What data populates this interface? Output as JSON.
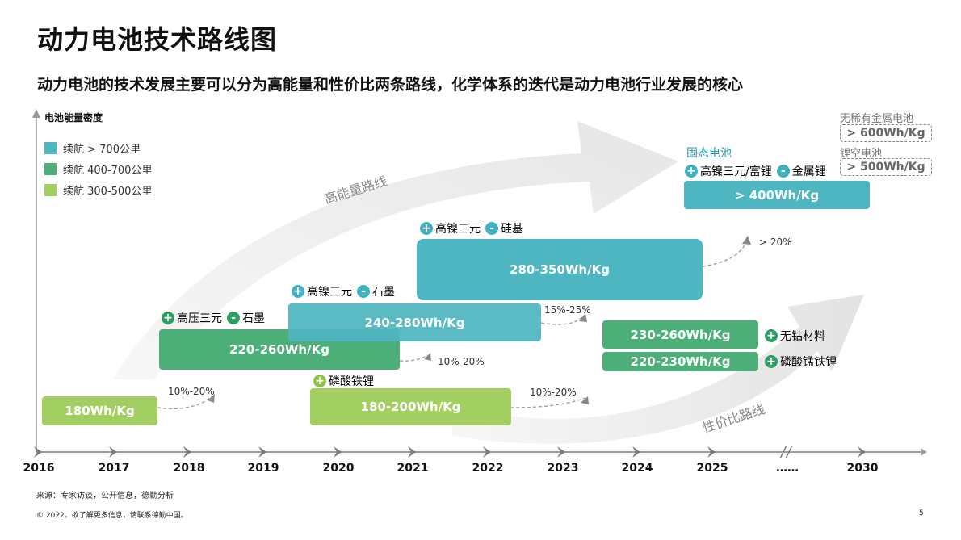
{
  "title": "动力电池技术路线图",
  "subtitle": "动力电池的技术发展主要可以分为高能量和性价比两条路线，化学体系的迭代是动力电池行业发展的核心",
  "y_axis_label": "电池能量密度",
  "legend": [
    {
      "label": "续航 > 700公里",
      "color": "#4db6c1"
    },
    {
      "label": "续航 400-700公里",
      "color": "#4caf77"
    },
    {
      "label": "续航 300-500公里",
      "color": "#a3cf62"
    }
  ],
  "route_labels": {
    "high_energy": "高能量路线",
    "cost_effective": "性价比路线"
  },
  "boxes": [
    {
      "label": "180Wh/Kg",
      "color": "#a3cf62"
    },
    {
      "label": "220-260Wh/Kg",
      "color": "#4caf77"
    },
    {
      "label": "240-280Wh/Kg",
      "color": "#4db6c1"
    },
    {
      "label": "280-350Wh/Kg",
      "color": "#4db6c1"
    },
    {
      "label": "> 400Wh/Kg",
      "color": "#4db6c1"
    },
    {
      "label": "180-200Wh/Kg",
      "color": "#a3cf62"
    },
    {
      "label": "230-260Wh/Kg",
      "color": "#4caf77"
    },
    {
      "label": "220-230Wh/Kg",
      "color": "#4caf77"
    }
  ],
  "tags": {
    "t2018_cathode": "高压三元",
    "t2018_anode": "石墨",
    "t2019_cathode": "高镍三元",
    "t2019_anode": "石墨",
    "t2021_cathode": "高镍三元",
    "t2021_anode": "硅基",
    "t2025_cathode": "高镍三元/富锂",
    "t2025_anode": "金属锂",
    "t2020_lfp": "磷酸铁锂",
    "t2024_cobalt_free": "无钴材料",
    "t2024_lmfp": "磷酸锰铁锂"
  },
  "solid_state_label": "固态电池",
  "future": [
    {
      "name": "无稀有金属电池",
      "value": "> 600Wh/Kg"
    },
    {
      "name": "锂空电池",
      "value": "> 500Wh/Kg"
    }
  ],
  "growth": [
    "10%-20%",
    "10%-20%",
    "15%-25%",
    "> 20%",
    "10%-20%"
  ],
  "years": [
    "2016",
    "2017",
    "2018",
    "2019",
    "2020",
    "2021",
    "2022",
    "2023",
    "2024",
    "2025",
    "……",
    "2030"
  ],
  "source_note": "来源：专家访谈，公开信息，德勤分析",
  "copyright": "© 2022。欲了解更多信息，请联系德勤中国。",
  "page_number": "5",
  "colors": {
    "teal": "#4db6c1",
    "green": "#4caf77",
    "lime": "#a3cf62",
    "plus": "#2e9e63",
    "minus": "#3fb2bf"
  }
}
